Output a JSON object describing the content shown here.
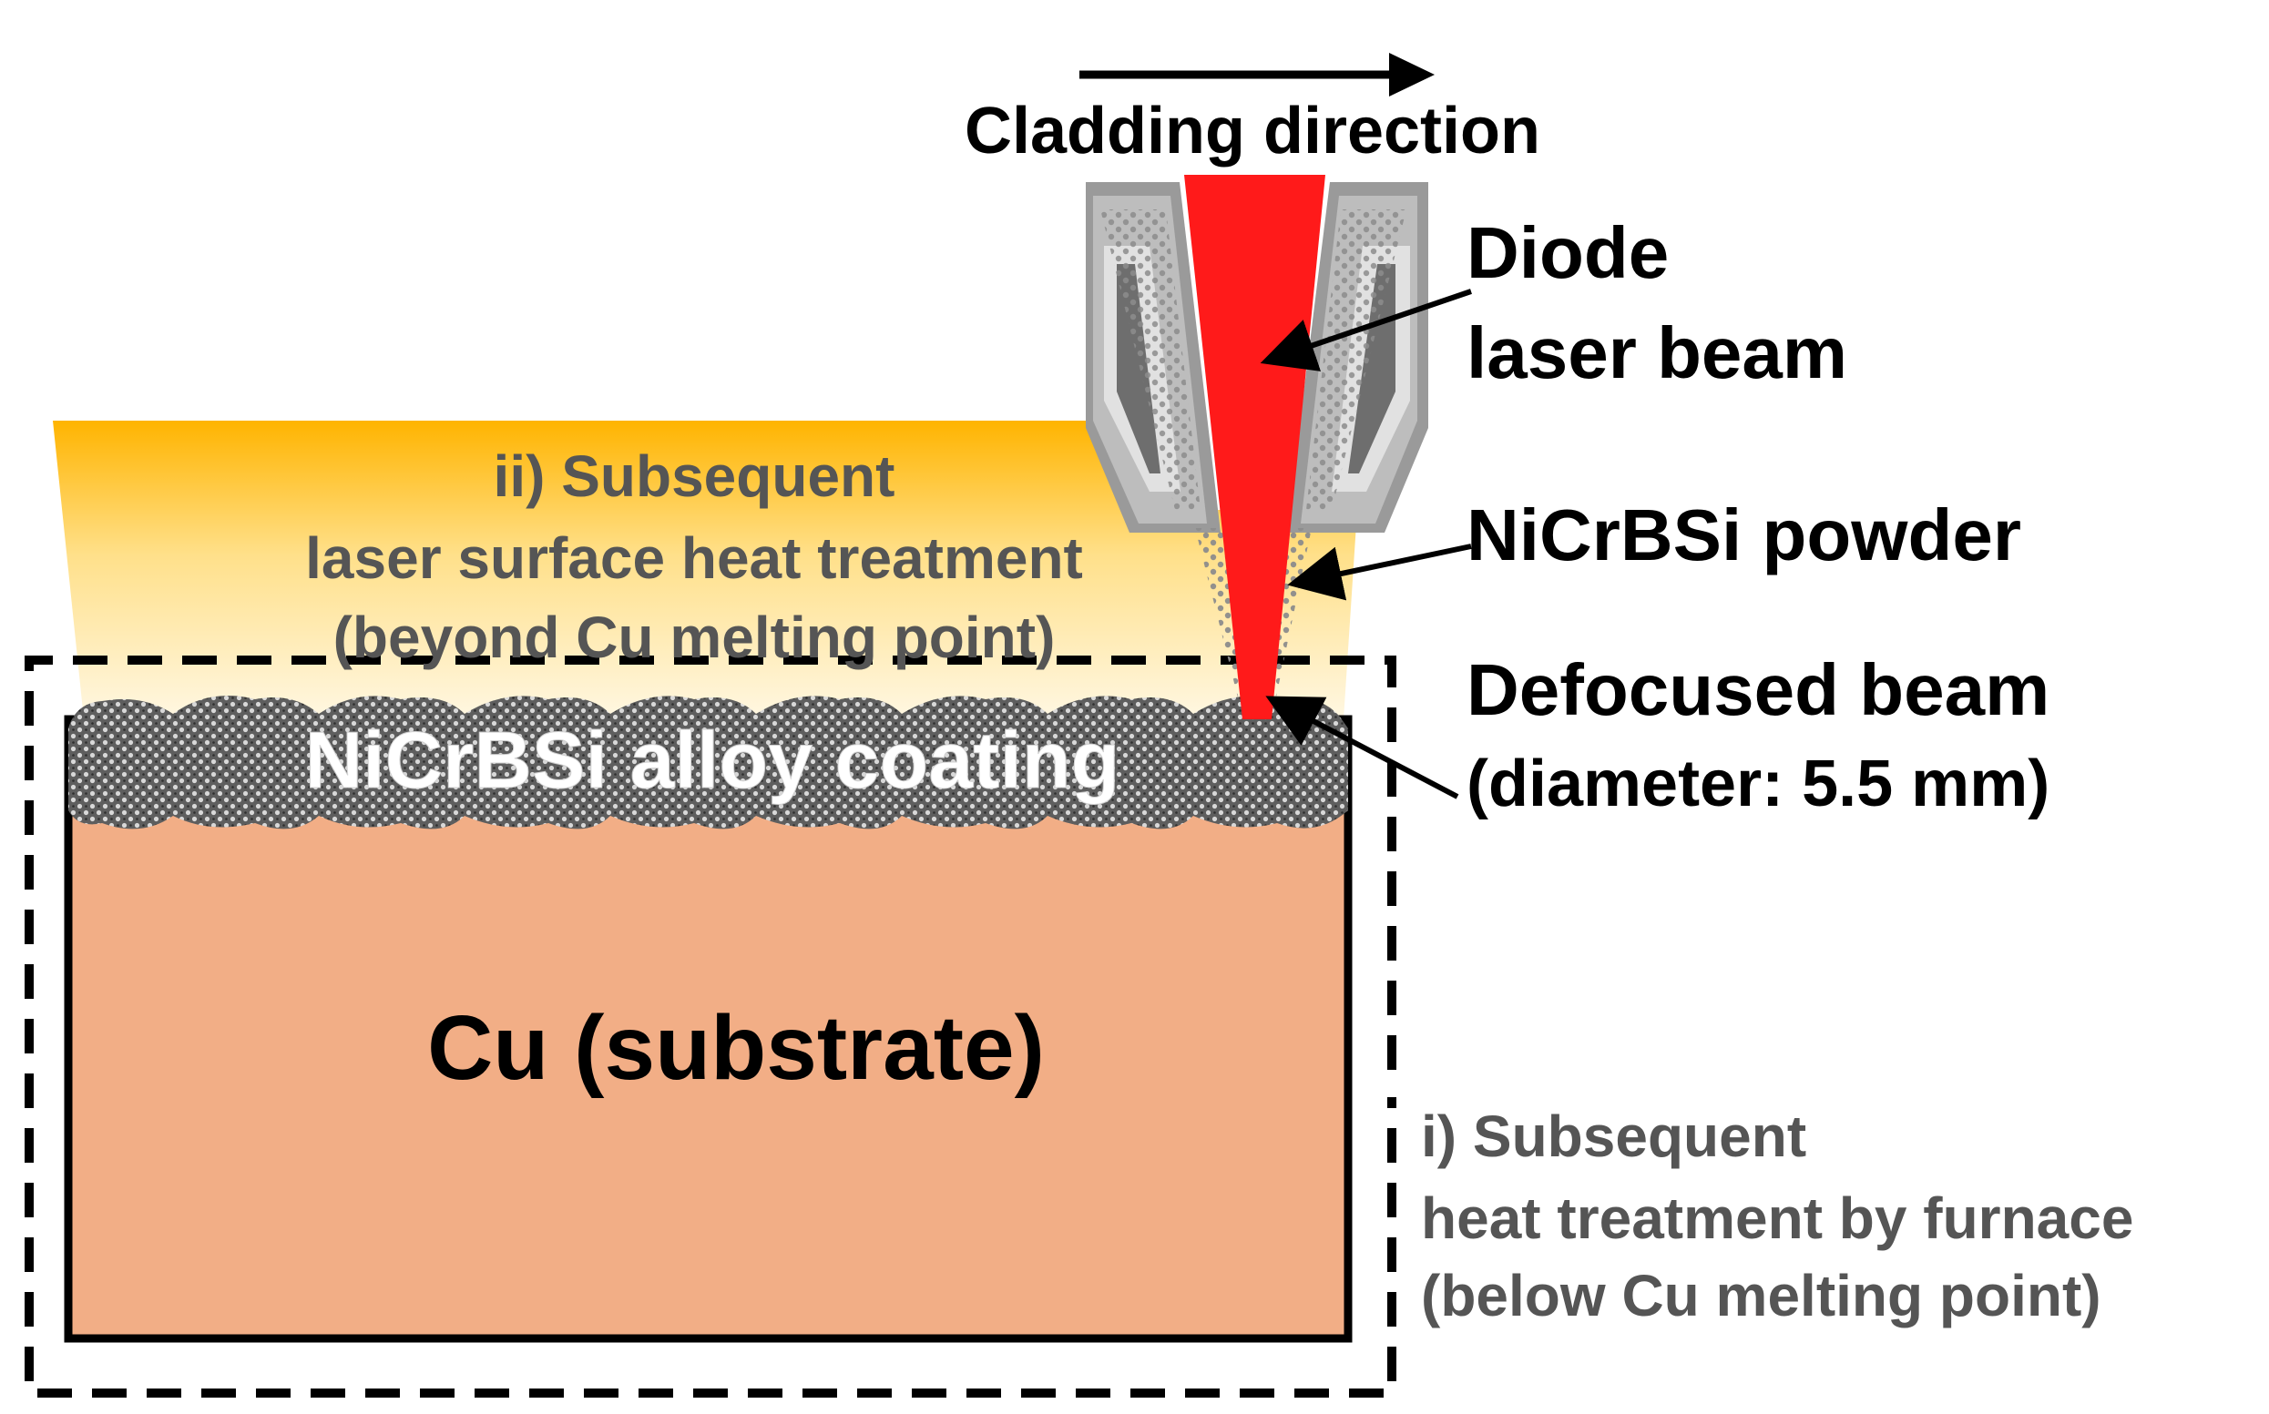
{
  "labels": {
    "cladding_direction": "Cladding direction",
    "diode_line1": "Diode",
    "diode_line2": "laser beam",
    "powder": "NiCrBSi powder",
    "defocused_line1": "Defocused beam",
    "defocused_line2": "(diameter: 5.5 mm)",
    "laser_ht_line1": "ii) Subsequent",
    "laser_ht_line2": "laser surface heat treatment",
    "laser_ht_line3": "(beyond Cu melting point)",
    "coating": "NiCrBSi alloy coating",
    "substrate": "Cu (substrate)",
    "furnace_line1": "i) Subsequent",
    "furnace_line2": "heat treatment by furnace",
    "furnace_line3": "(below Cu melting point)"
  },
  "colors": {
    "laser_beam": "#ff1a1a",
    "substrate": "#f2ae86",
    "heat_zone_top": "#ffb400",
    "heat_zone_bottom": "#fff5dc",
    "coating": "#6e6e6e",
    "text_dark": "#000000",
    "text_gray": "#555555",
    "coating_text": "#ffffff"
  },
  "icons": {
    "direction_arrow": "arrow-right-icon",
    "nozzle": "cladding-nozzle-icon"
  }
}
